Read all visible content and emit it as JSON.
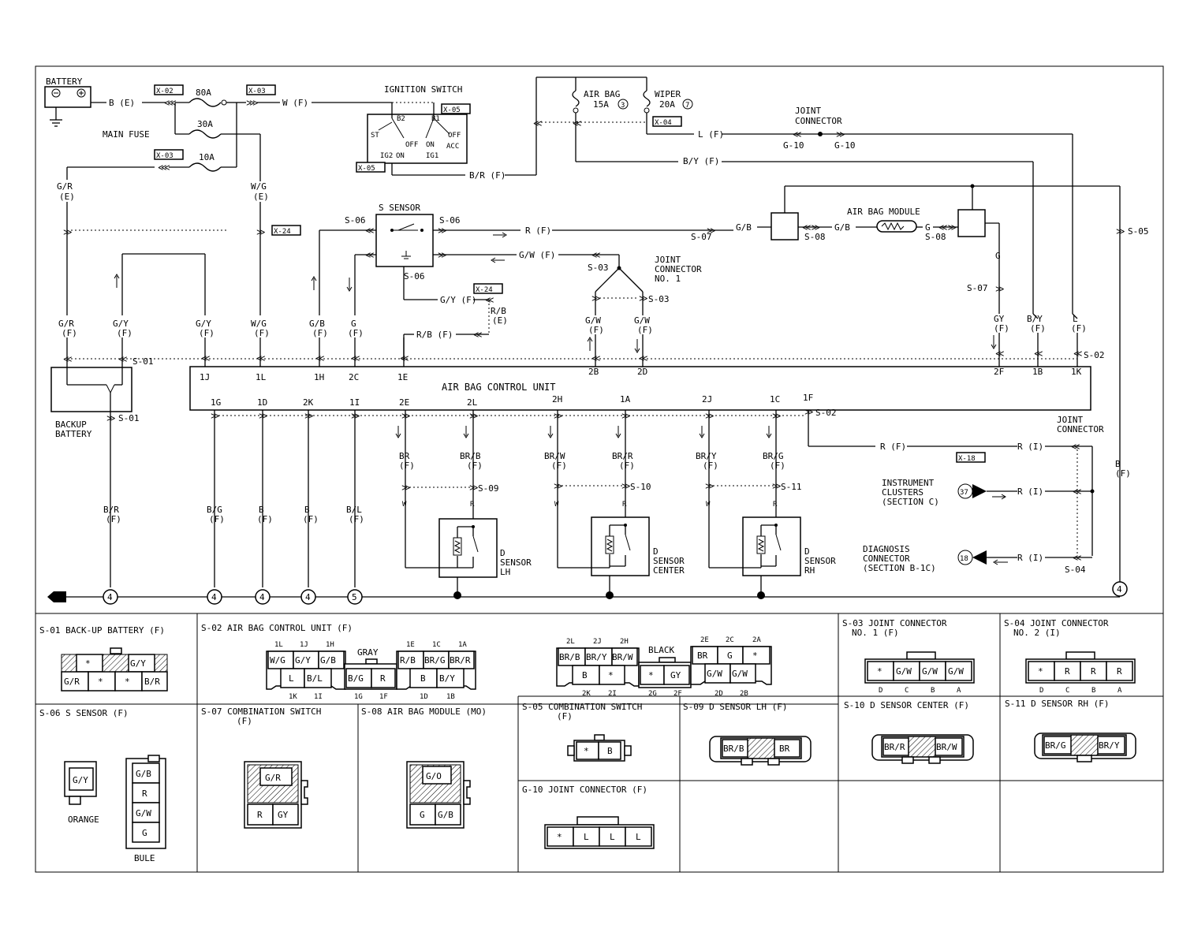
{
  "components": {
    "battery": "BATTERY",
    "main_fuse": "MAIN FUSE",
    "fuse_80a": "80A",
    "fuse_30a": "30A",
    "fuse_10a": "10A",
    "ignition_switch": "IGNITION SWITCH",
    "airbag_fuse_1": "AIR BAG",
    "airbag_fuse_2": "15A",
    "airbag_fuse_num": "3",
    "wiper_fuse_1": "WIPER",
    "wiper_fuse_2": "20A",
    "wiper_fuse_num": "7",
    "joint_connector": [
      "JOINT",
      "CONNECTOR"
    ],
    "joint_connector_1": [
      "JOINT",
      "CONNECTOR",
      "NO. 1"
    ],
    "s_sensor": "S SENSOR",
    "airbag_module": "AIR BAG MODULE",
    "control_unit": "AIR BAG CONTROL UNIT",
    "backup_battery": [
      "BACKUP",
      "BATTERY"
    ],
    "instrument_clusters": [
      "INSTRUMENT",
      "CLUSTERS",
      "(SECTION C)"
    ],
    "instrument_num": "37",
    "diagnosis_connector": [
      "DIAGNOSIS",
      "CONNECTOR",
      "(SECTION B-1C)"
    ],
    "diagnosis_num": "18",
    "d_sensor_lh": [
      "D",
      "SENSOR",
      "LH"
    ],
    "d_sensor_center": [
      "D",
      "SENSOR",
      "CENTER"
    ],
    "d_sensor_rh": [
      "D",
      "SENSOR",
      "RH"
    ]
  },
  "ignition_labels": {
    "b2": "B2",
    "b1": "B1",
    "st": "ST",
    "ig2": "IG2",
    "on": "ON",
    "off": "OFF",
    "on2": "ON",
    "ig1": "IG1",
    "acc": "ACC",
    "off2": "OFF"
  },
  "connectors": {
    "x02": "X-02",
    "x03a": "X-03",
    "x03b": "X-03",
    "x05a": "X-05",
    "x05b": "X-05",
    "x04": "X-04",
    "x24a": "X-24",
    "x24b": "X-24",
    "x18": "X-18",
    "s01a": "S-01",
    "s01b": "S-01",
    "s02a": "S-02",
    "s02b": "S-02",
    "s03a": "S-03",
    "s03b": "S-03",
    "s04": "S-04",
    "s05a": "S-05",
    "s05b": "S-05",
    "s06a": "S-06",
    "s06b": "S-06",
    "s06c": "S-06",
    "s07a": "S-07",
    "s07b": "S-07",
    "s08a": "S-08",
    "s08b": "S-08",
    "s09": "S-09",
    "s10": "S-10",
    "s11": "S-11",
    "g10a": "G-10",
    "g10b": "G-10"
  },
  "wires": {
    "b_e": "B (E)",
    "w_f": "W (F)",
    "l_f": "L (F)",
    "br_f": "B/R (F)",
    "by_f": "B/Y (F)",
    "r_f": "R (F)",
    "gw_f": "G/W (F)",
    "gy_f_s": "G/Y (F)",
    "rb_f": "R/B (F)",
    "gb": "G/B",
    "gb2": "G/B",
    "g": "G",
    "g2": "G",
    "rb_e": [
      "R/B",
      "(E)"
    ],
    "gr_e": [
      "G/R",
      "(E)"
    ],
    "wg_e": [
      "W/G",
      "(E)"
    ],
    "top_row": [
      [
        "G/R",
        "(F)"
      ],
      [
        "G/Y",
        "(F)"
      ],
      [
        "G/Y",
        "(F)"
      ],
      [
        "W/G",
        "(F)"
      ],
      [
        "G/B",
        "(F)"
      ],
      [
        "G",
        "(F)"
      ],
      [
        "G/W",
        "(F)"
      ],
      [
        "G/W",
        "(F)"
      ],
      [
        "GY",
        "(F)"
      ],
      [
        "B/Y",
        "(F)"
      ],
      [
        "L",
        "(F)"
      ]
    ],
    "top_pins": [
      "1J",
      "1L",
      "1H",
      "2C",
      "1E",
      "2B",
      "2D",
      "2F",
      "1B",
      "1K"
    ],
    "bottom_pins": [
      "1G",
      "1D",
      "2K",
      "1I",
      "2E",
      "2L",
      "2H",
      "1A",
      "2J",
      "1C",
      "1F"
    ],
    "bottom_row": [
      [
        "B/R",
        "(F)"
      ],
      [
        "B/G",
        "(F)"
      ],
      [
        "B",
        "(F)"
      ],
      [
        "B",
        "(F)"
      ],
      [
        "B/L",
        "(F)"
      ]
    ],
    "sensor_row": [
      [
        "BR",
        "(F)"
      ],
      [
        "BR/B",
        "(F)"
      ],
      [
        "BR/W",
        "(F)"
      ],
      [
        "BR/R",
        "(F)"
      ],
      [
        "BR/Y",
        "(F)"
      ],
      [
        "BR/G",
        "(F)"
      ]
    ],
    "w1": "W",
    "r1": "R",
    "w2": "W",
    "r2": "R",
    "w3": "W",
    "r3": "R",
    "r_i1": "R (I)",
    "r_i2": "R (I)",
    "r_i3": "R (I)",
    "r_f2": "R (F)",
    "b_f_right": [
      "B",
      "(F)"
    ]
  },
  "grounds": [
    "4",
    "4",
    "4",
    "4",
    "5",
    "4"
  ],
  "legend": {
    "s01": {
      "title": "S-01 BACK-UP BATTERY (F)",
      "row1": [
        "*",
        "",
        "G/Y",
        ""
      ],
      "row2": [
        "G/R",
        "*",
        "*",
        "B/R"
      ]
    },
    "s02": {
      "title": "S-02 AIR BAG CONTROL UNIT (F)",
      "a_top_pins": [
        "1L",
        "1J",
        "1H"
      ],
      "a_top": [
        "W/G",
        "G/Y",
        "G/B"
      ],
      "a_bot": [
        "L",
        "B/L"
      ],
      "a_bot_pins": [
        "1K",
        "1I"
      ],
      "gray": "GRAY",
      "b_cells": [
        "B/G",
        "R"
      ],
      "b_pins": [
        "1G",
        "1F"
      ],
      "c_top_pins": [
        "1E",
        "1C",
        "1A"
      ],
      "c_top": [
        "R/B",
        "BR/G",
        "BR/R"
      ],
      "c_bot": [
        "B",
        "B/Y"
      ],
      "c_bot_pins": [
        "1D",
        "1B"
      ],
      "d_top_pins": [
        "2L",
        "2J",
        "2H"
      ],
      "d_top": [
        "BR/B",
        "BR/Y",
        "BR/W"
      ],
      "d_bot": [
        "B",
        "*"
      ],
      "d_bot_pins": [
        "2K",
        "2I"
      ],
      "black": "BLACK",
      "e_cells": [
        "*",
        "GY"
      ],
      "e_pins": [
        "2G",
        "2F"
      ],
      "f_top_pins": [
        "2E",
        "2C",
        "2A"
      ],
      "f_top": [
        "BR",
        "G",
        "*"
      ],
      "f_bot": [
        "G/W",
        "G/W"
      ],
      "f_bot_pins": [
        "2D",
        "2B"
      ]
    },
    "s03": {
      "title": [
        "S-03 JOINT CONNECTOR",
        "NO. 1 (F)"
      ],
      "cells": [
        "*",
        "G/W",
        "G/W",
        "G/W"
      ],
      "pins": [
        "D",
        "C",
        "B",
        "A"
      ]
    },
    "s04": {
      "title": [
        "S-04 JOINT CONNECTOR",
        "NO. 2 (I)"
      ],
      "cells": [
        "*",
        "R",
        "R",
        "R"
      ],
      "pins": [
        "D",
        "C",
        "B",
        "A"
      ]
    },
    "s06": {
      "title": "S-06 S SENSOR (F)",
      "left": "G/Y",
      "left_color": "ORANGE",
      "right": [
        "G/B",
        "R",
        "G/W",
        "G"
      ],
      "right_color": "BULE"
    },
    "s07": {
      "title": [
        "S-07 COMBINATION SWITCH",
        "(F)"
      ],
      "cells": [
        "G/R",
        "R",
        "GY"
      ]
    },
    "s08": {
      "title": "S-08 AIR BAG MODULE (MO)",
      "cells": [
        "G/O",
        "G",
        "G/B"
      ]
    },
    "s05": {
      "title": [
        "S-05 COMBINATION SWITCH",
        "(F)"
      ],
      "cells": [
        "*",
        "B"
      ]
    },
    "g10": {
      "title": "G-10 JOINT CONNECTOR (F)",
      "cells": [
        "*",
        "L",
        "L",
        "L"
      ]
    },
    "s09": {
      "title": "S-09 D SENSOR LH (F)",
      "cells": [
        "BR/B",
        "BR"
      ]
    },
    "s10": {
      "title": "S-10 D SENSOR CENTER (F)",
      "cells": [
        "BR/R",
        "BR/W"
      ]
    },
    "s11": {
      "title": "S-11 D SENSOR RH (F)",
      "cells": [
        "BR/G",
        "BR/Y"
      ]
    }
  }
}
